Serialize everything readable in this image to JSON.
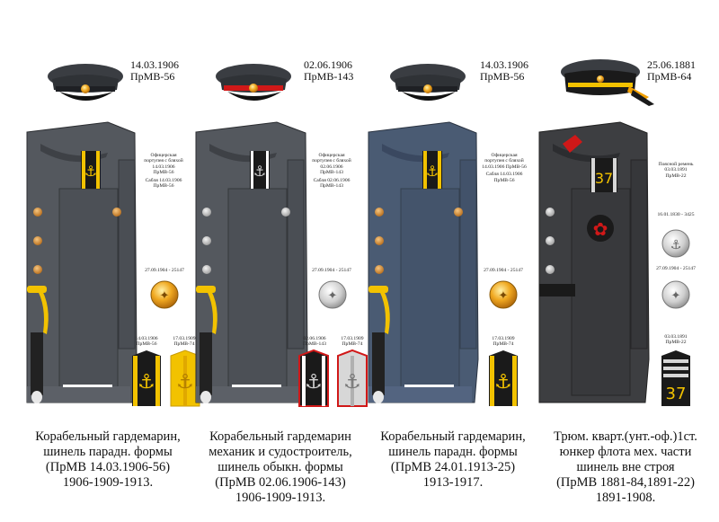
{
  "panels": [
    {
      "id": "p1",
      "date": "14.03.1906",
      "order": "ПрМВ-56",
      "side_note_1": "Офицерская портупея с бляхой 14.03.1906 ПрМВ-56",
      "side_note_2": "Сабля 14.03.1906 ПрМВ-56",
      "button_date": "27.09.1904 - 25147",
      "strap_label_1": "14.03.1906 ПрМВ-56",
      "strap_label_2": "17.03.1909 ПрМВ-74",
      "caption": [
        "Корабельный гардемарин,",
        "шинель парадн. формы",
        "(ПрМВ 14.03.1906-56)",
        "1906-1909-1913."
      ]
    },
    {
      "id": "p2",
      "date": "02.06.1906",
      "order": "ПрМВ-143",
      "side_note_1": "Офицерская портупея с бляхой 02.06.1906 ПрМВ-143",
      "side_note_2": "Сабля 02.06.1906 ПрМВ-143",
      "button_date": "27.09.1904 - 25147",
      "strap_label_1": "02.06.1906 ПрМВ-143",
      "strap_label_2": "17.03.1909 ПрМВ-74",
      "caption": [
        "Корабельный гардемарин",
        "механик и судостроитель,",
        "шинель обыкн. формы",
        "(ПрМВ 02.06.1906-143)",
        "1906-1909-1913."
      ]
    },
    {
      "id": "p3",
      "date": "14.03.1906",
      "order": "ПрМВ-56",
      "side_note_1": "Офицерская портупея с бляхой 14.03.1906 ПрМВ-56",
      "side_note_2": "Сабля 14.03.1906 ПрМВ-56",
      "button_date": "27.09.1904 - 25147",
      "strap_label_1": "17.03.1909 ПрМВ-74",
      "caption": [
        "Корабельный гардемарин,",
        "шинель парадн. формы",
        "(ПрМВ 24.01.1913-25)",
        "1913-1917."
      ]
    },
    {
      "id": "p4",
      "date": "25.06.1881",
      "order": "ПрМВ-64",
      "side_note_1": "Поясной ремень 03.03.1891 ПрМВ-22",
      "button_date_1": "16.01.1830 - 3425",
      "button_date_2": "27.09.1904 - 25147",
      "strap_label_1": "03.03.1891 ПрМВ-22",
      "sleeve_number": "37",
      "caption": [
        "Трюм. кварт.(унт.-оф.)1ст.",
        "юнкер флота мех. части",
        "шинель вне строя",
        "(ПрМВ 1881-84,1891-22)",
        "1891-1908."
      ]
    }
  ],
  "colors": {
    "coat_dark": "#54585e",
    "coat_blue": "#4a5b73",
    "coat_black": "#3d3e41",
    "gold": "#f2c200",
    "silver": "#d7d7d7",
    "red_pipe": "#d01818"
  }
}
